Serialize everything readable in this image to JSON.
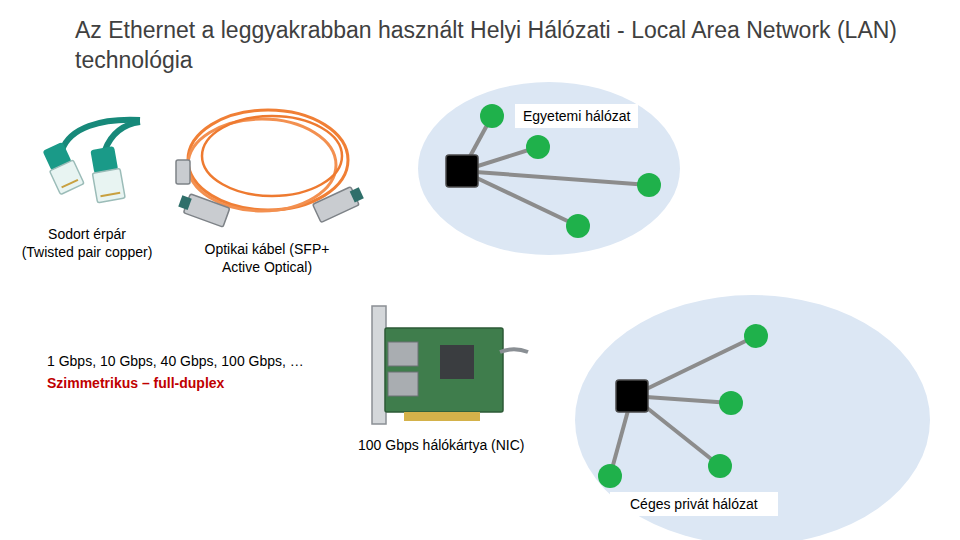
{
  "diagram": {
    "title": "Az Ethernet a leggyakrabban használt Helyi Hálózati - Local Area Network (LAN) technológia",
    "nodes": [
      {
        "text": [
          "Egyetemi hálózat"
        ]
      },
      {
        "text": [
          "Céges privát hálózat"
        ]
      }
    ],
    "labels": [
      "Sodort érpár (Twisted pair copper)",
      "Optikai kábel (SFP+ Active Optical)",
      "1 Gbps, 10 Gbps, 40 Gbps, 100 Gbps, …",
      "Szimmetrikus – full-duplex",
      "100 Gbps hálókártya (NIC)"
    ]
  }
}
